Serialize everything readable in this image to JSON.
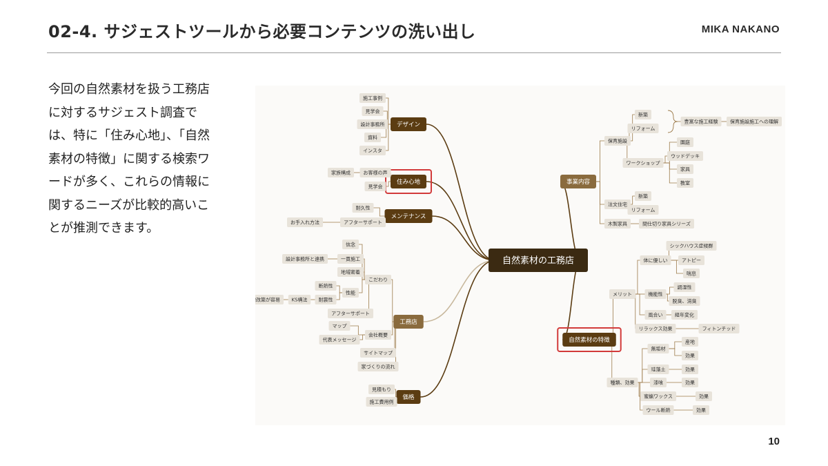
{
  "header": {
    "title": "02-4. サジェストツールから必要コンテンツの洗い出し",
    "author": "MIKA NAKANO"
  },
  "body": {
    "paragraph": "今回の自然素材を扱う工務店に対するサジェスト調査では、特に「住み心地」、「自然素材の特徴」に関する検索ワードが多く、これらの情報に関するニーズが比較的高いことが推測できます。"
  },
  "footer": {
    "page_number": "10"
  },
  "mindmap": {
    "root": "自然素材の工務店",
    "left": [
      {
        "label": "デザイン",
        "children": [
          {
            "label": "施工事例"
          },
          {
            "label": "見学会"
          },
          {
            "label": "設計事務所"
          },
          {
            "label": "資料"
          },
          {
            "label": "インスタ"
          }
        ]
      },
      {
        "label": "住み心地",
        "highlighted": true,
        "children": [
          {
            "label": "お客様の声",
            "children": [
              {
                "label": "家族構成"
              }
            ]
          },
          {
            "label": "見学会"
          }
        ]
      },
      {
        "label": "メンテナンス",
        "children": [
          {
            "label": "耐久性"
          },
          {
            "label": "アフターサポート",
            "children": [
              {
                "label": "お手入れ方法"
              }
            ]
          }
        ]
      },
      {
        "label": "工務店",
        "children": [
          {
            "label": "こだわり",
            "children": [
              {
                "label": "信念"
              },
              {
                "label": "一貫施工",
                "children": [
                  {
                    "label": "設計事務所と連携"
                  }
                ]
              },
              {
                "label": "地域密着"
              },
              {
                "label": "性能",
                "children": [
                  {
                    "label": "断熱性"
                  },
                  {
                    "label": "耐震性",
                    "children": [
                      {
                        "label": "KS構法",
                        "children": [
                          {
                            "label": "増改築が容易"
                          }
                        ]
                      }
                    ]
                  }
                ]
              },
              {
                "label": "アフターサポート"
              }
            ]
          },
          {
            "label": "会社概要",
            "children": [
              {
                "label": "マップ"
              },
              {
                "label": "代表メッセージ"
              }
            ]
          },
          {
            "label": "サイトマップ"
          },
          {
            "label": "家づくりの流れ"
          }
        ]
      },
      {
        "label": "価格",
        "children": [
          {
            "label": "見積もり"
          },
          {
            "label": "施工費用例"
          }
        ]
      }
    ],
    "right": [
      {
        "label": "事業内容",
        "children": [
          {
            "label": "保育施設",
            "children": [
              {
                "label": "新築"
              },
              {
                "label": "リフォーム"
              },
              {
                "label": "ワークショップ",
                "children": [
                  {
                    "label": "園庭"
                  },
                  {
                    "label": "ウッドデッキ"
                  },
                  {
                    "label": "家具"
                  },
                  {
                    "label": "教室"
                  }
                ]
              }
            ]
          },
          {
            "label": "注文住宅",
            "children": [
              {
                "label": "新築"
              },
              {
                "label": "リフォーム"
              }
            ]
          },
          {
            "label": "木製家具",
            "children": [
              {
                "label": "間仕切り家具シリーズ"
              }
            ]
          }
        ],
        "bracket": {
          "label": "豊富な施工経験",
          "children": [
            {
              "label": "保育施設施工への理解"
            }
          ]
        }
      },
      {
        "label": "自然素材の特徴",
        "highlighted": true,
        "children": [
          {
            "label": "メリット",
            "children": [
              {
                "label": "体に優しい",
                "children": [
                  {
                    "label": "シックハウス症候群"
                  },
                  {
                    "label": "アトピー"
                  },
                  {
                    "label": "喘息"
                  }
                ]
              },
              {
                "label": "機能性",
                "children": [
                  {
                    "label": "調湿性"
                  },
                  {
                    "label": "脱臭、消臭"
                  }
                ]
              },
              {
                "label": "風合い",
                "children": [
                  {
                    "label": "経年変化"
                  }
                ]
              },
              {
                "label": "リラックス効果",
                "children": [
                  {
                    "label": "フィトンチッド"
                  }
                ]
              }
            ]
          },
          {
            "label": "種類、効果",
            "children": [
              {
                "label": "無垢材",
                "children": [
                  {
                    "label": "産地"
                  },
                  {
                    "label": "効果"
                  }
                ]
              },
              {
                "label": "珪藻土",
                "children": [
                  {
                    "label": "効果"
                  }
                ]
              },
              {
                "label": "漆喰",
                "children": [
                  {
                    "label": "効果"
                  }
                ]
              },
              {
                "label": "蜜蝋ワックス",
                "children": [
                  {
                    "label": "効果"
                  }
                ]
              },
              {
                "label": "ウール断熱",
                "children": [
                  {
                    "label": "効果"
                  }
                ]
              }
            ]
          }
        ]
      }
    ]
  },
  "colors": {
    "branch_dark": "#5b3c12",
    "branch_mid": "#8a6b3e",
    "branch_light": "#c8b89d",
    "leaf_bg": "#e8e3da",
    "root_bg": "#3b2a12",
    "highlight": "#d23a3a",
    "line": "#9c7a4a"
  }
}
